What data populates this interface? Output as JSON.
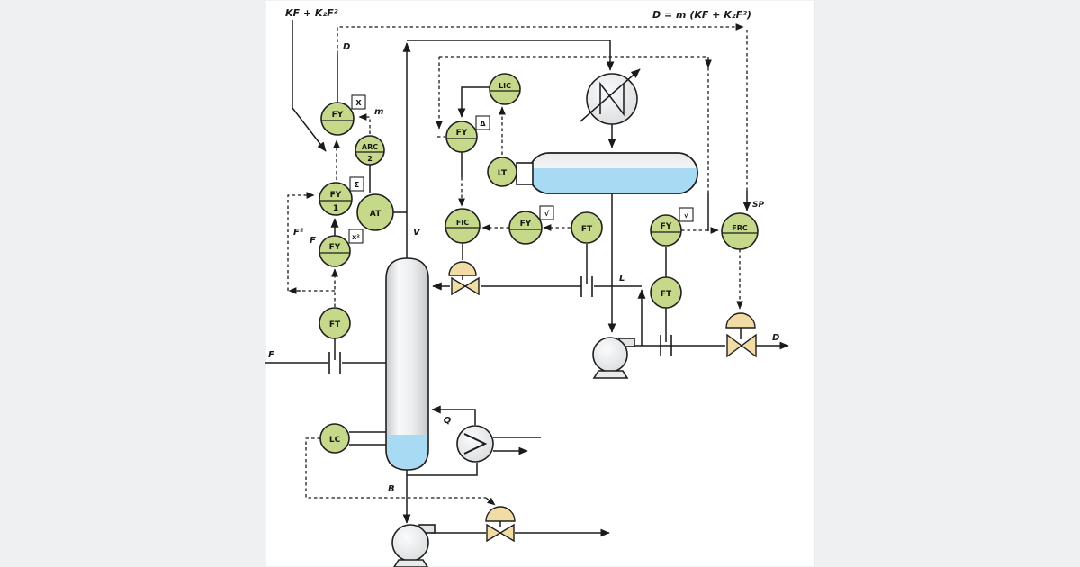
{
  "diagram": {
    "description": "Feedforward distillation column composition control diagram",
    "equations": {
      "feed": "KF + K₂F²",
      "distillate": "D = m (KF + K₂F²)"
    },
    "labels": {
      "d_top": "D",
      "m": "m",
      "f_squared": "F²",
      "f_input": "F",
      "feed": "F",
      "vapor": "V",
      "reflux": "L",
      "bottoms": "B",
      "heat": "Q",
      "setpoint": "SP",
      "distillate": "D"
    },
    "instruments": {
      "fy_multiplier": {
        "label": "FY",
        "tag": "X"
      },
      "arc": {
        "label": "ARC",
        "sub": "2"
      },
      "fy_summer": {
        "label": "FY",
        "sub": "1",
        "tag": "Σ"
      },
      "at": {
        "label": "AT"
      },
      "fy_squarer": {
        "label": "FY",
        "tag": "x²"
      },
      "ft_feed": {
        "label": "FT"
      },
      "lic": {
        "label": "LIC"
      },
      "fy_delta": {
        "label": "FY",
        "tag": "Δ"
      },
      "lt": {
        "label": "LT"
      },
      "fic": {
        "label": "FIC"
      },
      "fy_reflux": {
        "label": "FY",
        "tag": "√"
      },
      "ft_reflux": {
        "label": "FT"
      },
      "fy_distillate": {
        "label": "FY",
        "tag": "√"
      },
      "ft_distillate": {
        "label": "FT"
      },
      "frc": {
        "label": "FRC"
      },
      "lc": {
        "label": "LC"
      }
    },
    "colors": {
      "instrument_bubble": "#c6d98a",
      "valve_actuator": "#f2dca6",
      "liquid": "#a9daf3",
      "line": "#1a1a1a",
      "vessel_gray": "#d9dbdd",
      "background": "#eef0f2",
      "canvas": "#ffffff"
    }
  }
}
